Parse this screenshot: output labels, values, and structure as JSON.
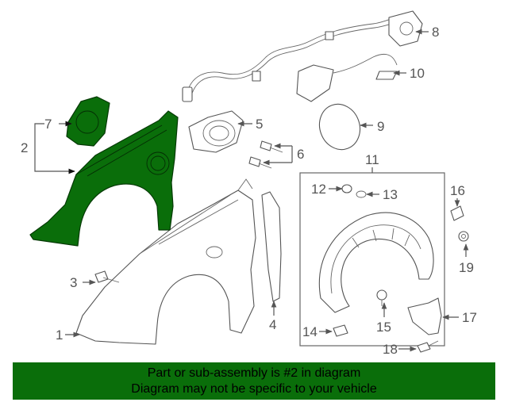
{
  "callouts": [
    "1",
    "2",
    "3",
    "4",
    "5",
    "6",
    "7",
    "8",
    "9",
    "10",
    "11",
    "12",
    "13",
    "14",
    "15",
    "16",
    "17",
    "18",
    "19"
  ],
  "banner": {
    "line1": "Part or sub-assembly is #2 in diagram",
    "line2": "Diagram may not be specific to your vehicle"
  },
  "colors": {
    "highlight": "#0a6e0a",
    "banner": "#0a6e0a",
    "line": "#555555"
  }
}
